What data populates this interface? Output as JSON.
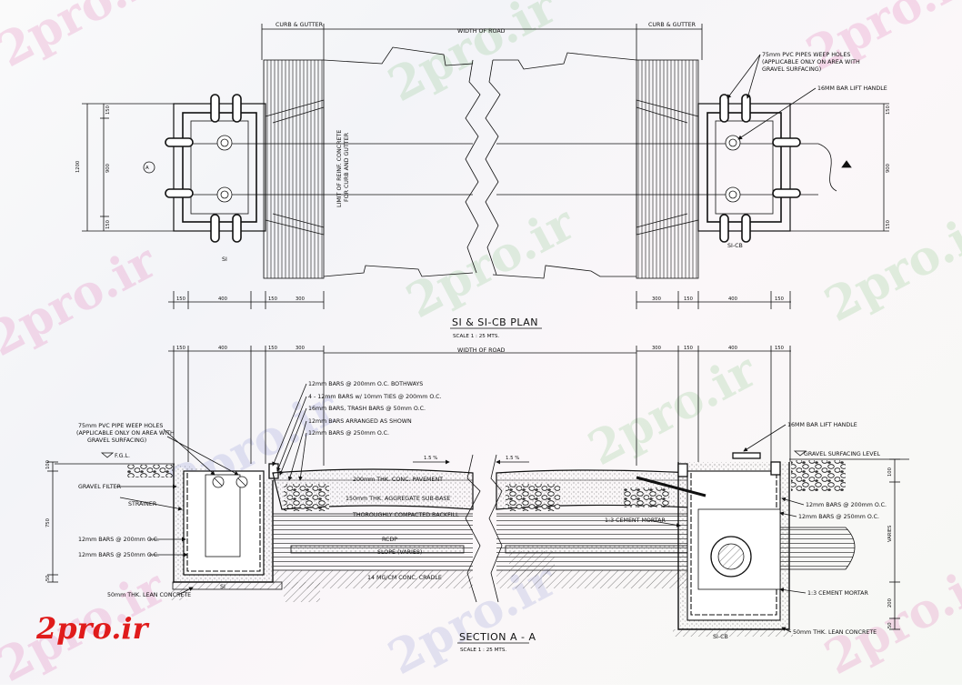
{
  "logo": "2pro.ir",
  "watermark": "2pro.ir",
  "plan": {
    "title": "SI & SI-CB PLAN",
    "scale": "SCALE   1 : 25 MTS.",
    "curb_left": "CURB & GUTTER",
    "curb_right": "CURB & GUTTER",
    "width_of_road": "WIDTH OF ROAD",
    "pipe_note_1": "75mm PVC PIPES WEEP HOLES",
    "pipe_note_2": "(APPLICABLE ONLY ON AREA WITH",
    "pipe_note_3": "GRAVEL SURFACING)",
    "lift_handle": "16MM BAR LIFT HANDLE",
    "limit_note_1": "LIMIT OF REINF. CONCRETE",
    "limit_note_2": "FOR CURB AND GUTTER",
    "label_si": "SI",
    "label_sicb": "SI-CB",
    "label_a": "A",
    "dims": {
      "left_height": "1200",
      "inner_height": "900",
      "top_150": "150",
      "bot_150": "150",
      "bottom_150a": "150",
      "bottom_400": "400",
      "bottom_150b": "150",
      "bottom_300": "300",
      "r_height": "900",
      "r_top": "150",
      "r_bot": "150"
    }
  },
  "section": {
    "title": "SECTION  A - A",
    "scale": "SCALE   1 : 25 MTS.",
    "width_of_road": "WIDTH OF ROAD",
    "slope_left": "1.5 %",
    "slope_right": "1.5 %",
    "notes": {
      "bars_bothways": "12mm BARS @ 200mm O.C. BOTHWAYS",
      "ties": "4 - 12mm BARS w/ 10mm TIES @ 200mm O.C.",
      "trash_bars": "16mm BARS, TRASH BARS @ 50mm O.C.",
      "arranged": "12mm BARS ARRANGED AS SHOWN",
      "bars_250": "12mm BARS @ 250mm O.C.",
      "weep_1": "75mm PVC PIPE WEEP HOLES",
      "weep_2": "(APPLICABLE ONLY ON AREA WITH",
      "weep_3": "GRAVEL SURFACING)",
      "fgl": "F.G.L.",
      "gravel_filter": "GRAVEL FILTER",
      "strainer": "STRAINER",
      "l_bars_200": "12mm BARS @ 200mm O.C.",
      "l_bars_250": "12mm BARS @ 250mm O.C.",
      "lean_left": "50mm THK. LEAN CONCRETE",
      "pavement": "200mm THK. CONC. PAVEMENT",
      "subbase": "150mm THK. AGGREGATE SUB-BASE",
      "backfill": "THOROUGHLY COMPACTED BACKFILL",
      "rcdp": "RCDP",
      "slope_varies": "SLOPE (VARIES)",
      "cradle": "14 MG/CM CONC. CRADLE",
      "mortar_1": "1:3 CEMENT MORTAR",
      "lift_handle": "16MM BAR LIFT HANDLE",
      "gravel_level": "GRAVEL SURFACING LEVEL",
      "r_bars_200": "12mm BARS @ 200mm O.C.",
      "r_bars_250": "12mm BARS @ 250mm O.C.",
      "mortar_2": "1:3 CEMENT MORTAR",
      "lean_right": "50mm THK. LEAN CONCRETE",
      "label_si": "SI",
      "label_sicb": "SI-CB",
      "varies": "VARIES"
    },
    "dims": {
      "top_150a": "150",
      "top_400": "400",
      "top_150b": "150",
      "top_300": "300",
      "r_300": "300",
      "r_150a": "150",
      "r_400": "400",
      "r_150b": "150",
      "left_100": "100",
      "left_750": "750",
      "left_50": "50",
      "right_100": "100",
      "right_50": "50",
      "right_200": "200"
    }
  }
}
